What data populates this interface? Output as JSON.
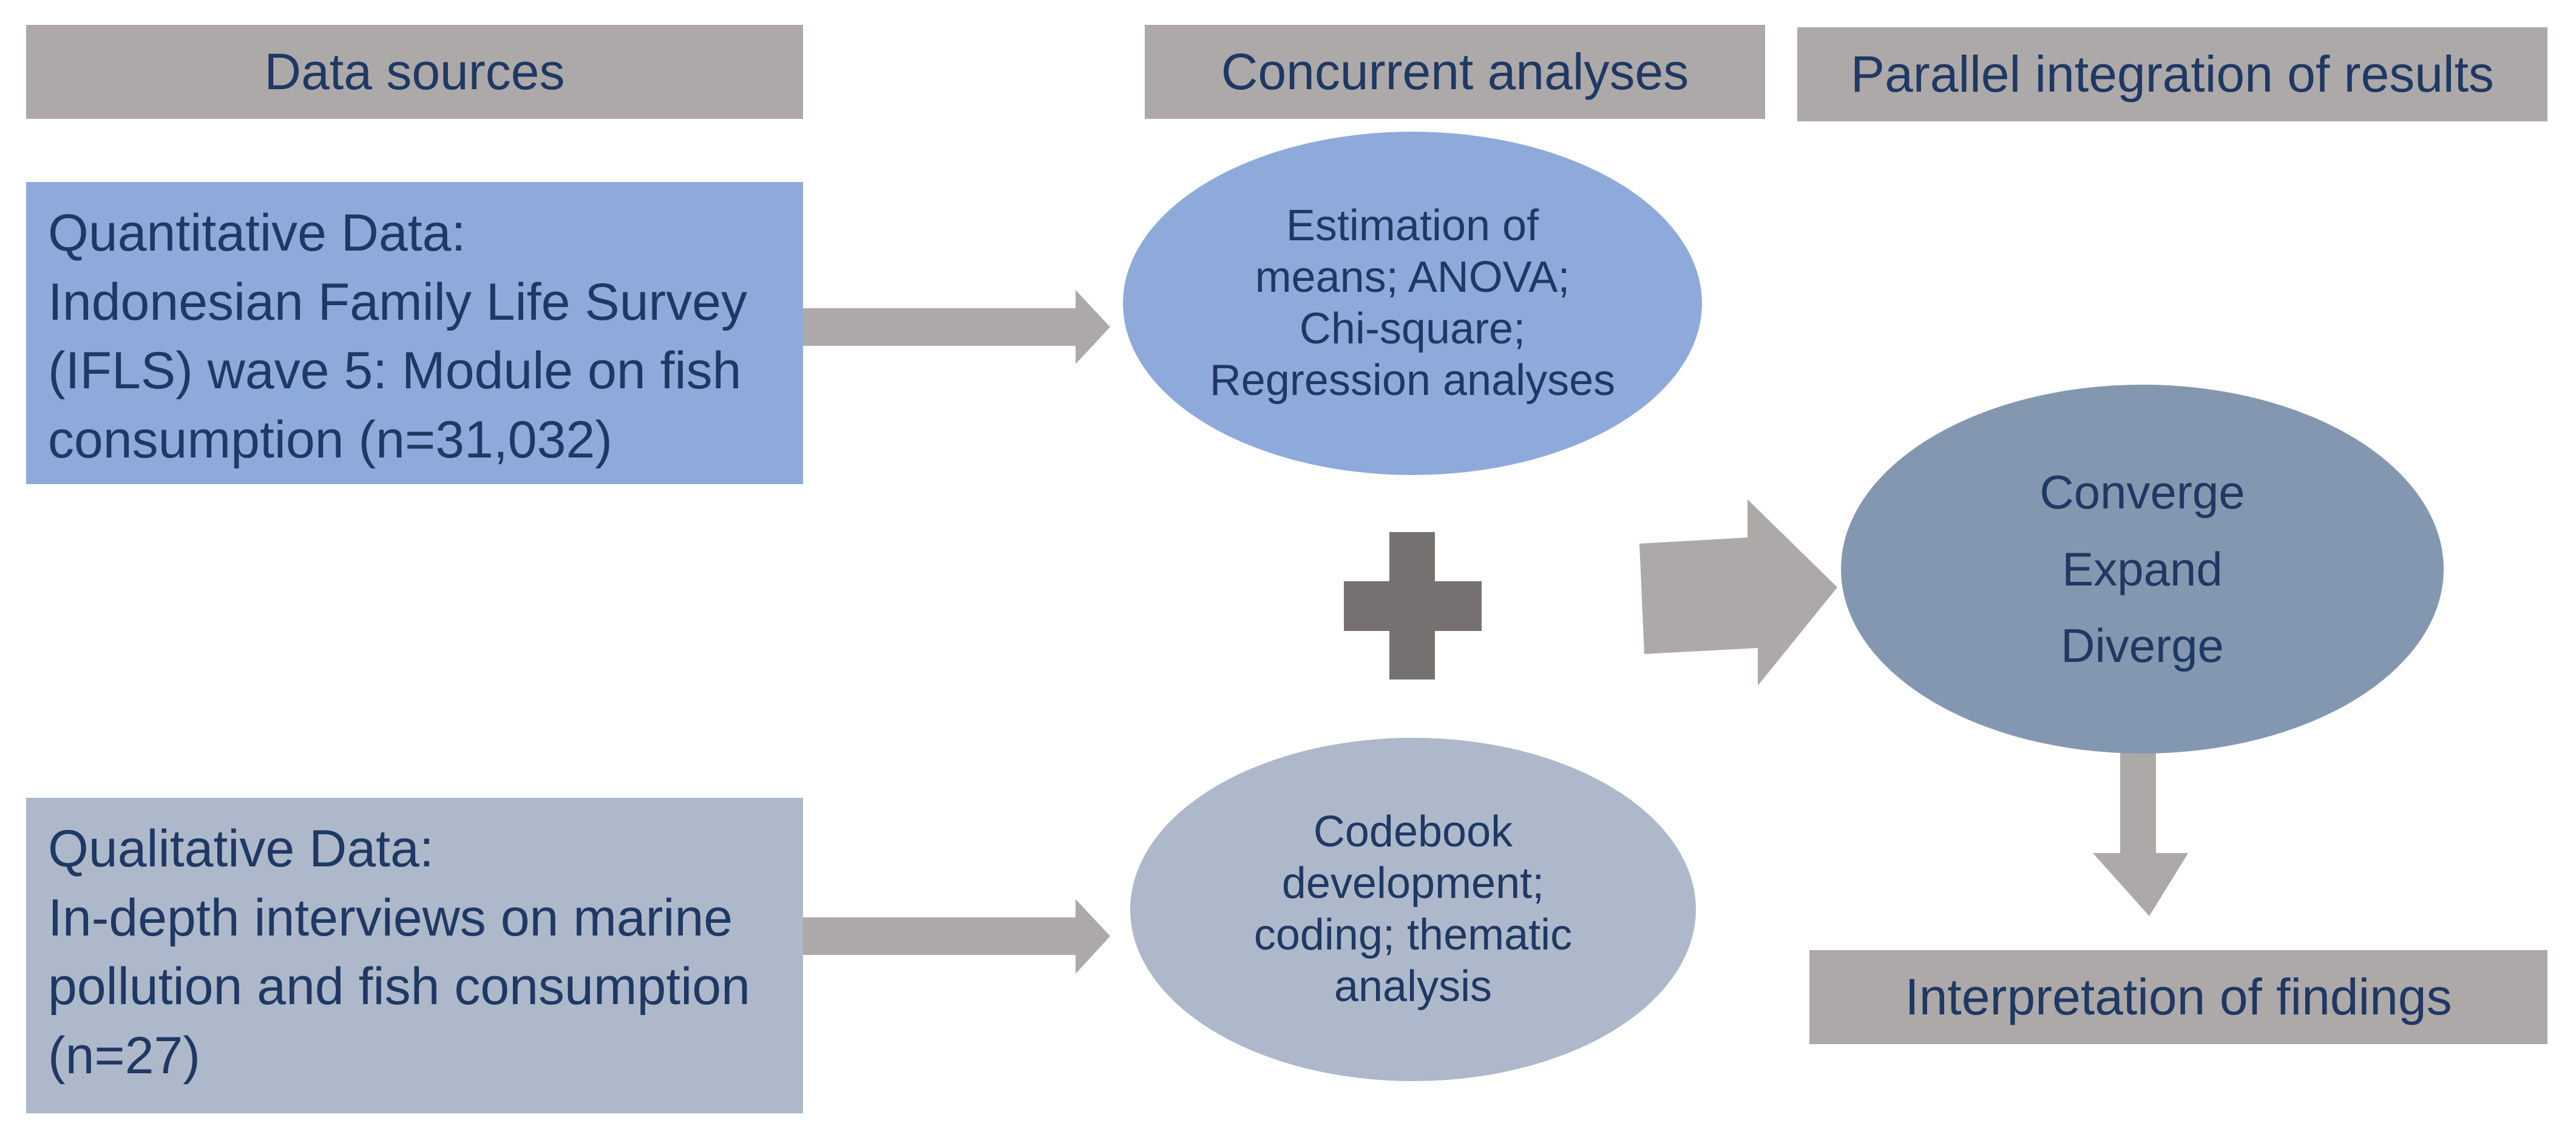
{
  "headers": {
    "data_sources": "Data sources",
    "concurrent_analyses": "Concurrent analyses",
    "parallel_integration": "Parallel integration of results"
  },
  "quantitative": {
    "lines": [
      "Quantitative Data:",
      "Indonesian Family Life Survey",
      "(IFLS) wave 5: Module on fish",
      "consumption (n=31,032)"
    ]
  },
  "qualitative": {
    "lines": [
      "Qualitative Data:",
      "In-depth interviews on marine",
      "pollution and fish consumption",
      "(n=27)"
    ]
  },
  "quant_analysis": {
    "lines": [
      "Estimation of",
      "means; ANOVA;",
      "Chi-square;",
      "Regression analyses"
    ]
  },
  "qual_analysis": {
    "lines": [
      "Codebook",
      "development;",
      "coding; thematic",
      "analysis"
    ]
  },
  "integration": {
    "lines": [
      "Converge",
      "Expand",
      "Diverge"
    ]
  },
  "interpretation": "Interpretation of findings",
  "colors": {
    "header_gray": "#ada9a8",
    "quant_blue": "#8eaadb",
    "qual_blue": "#adb9ca",
    "integration_blue": "#8497b0",
    "arrow_gray": "#ada9a8",
    "plus_gray": "#767171",
    "text_navy": "#1f3864"
  }
}
